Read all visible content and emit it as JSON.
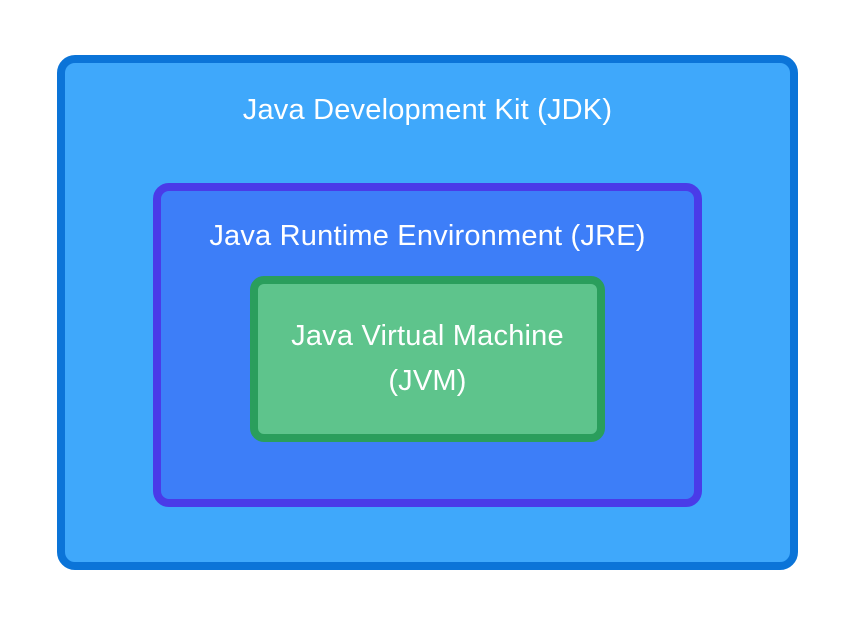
{
  "diagram": {
    "background": "#ffffff",
    "text_color": "#ffffff",
    "jdk": {
      "label": "Java Development Kit (JDK)",
      "fill": "#3fa8fb",
      "border": "#0b74d8"
    },
    "jre": {
      "label": "Java Runtime Environment (JRE)",
      "fill": "#3d7ef8",
      "border": "#4a3be8"
    },
    "jvm": {
      "label_line1": "Java Virtual Machine",
      "label_line2": "(JVM)",
      "fill": "#5ec48c",
      "border": "#2a9e5c"
    }
  }
}
